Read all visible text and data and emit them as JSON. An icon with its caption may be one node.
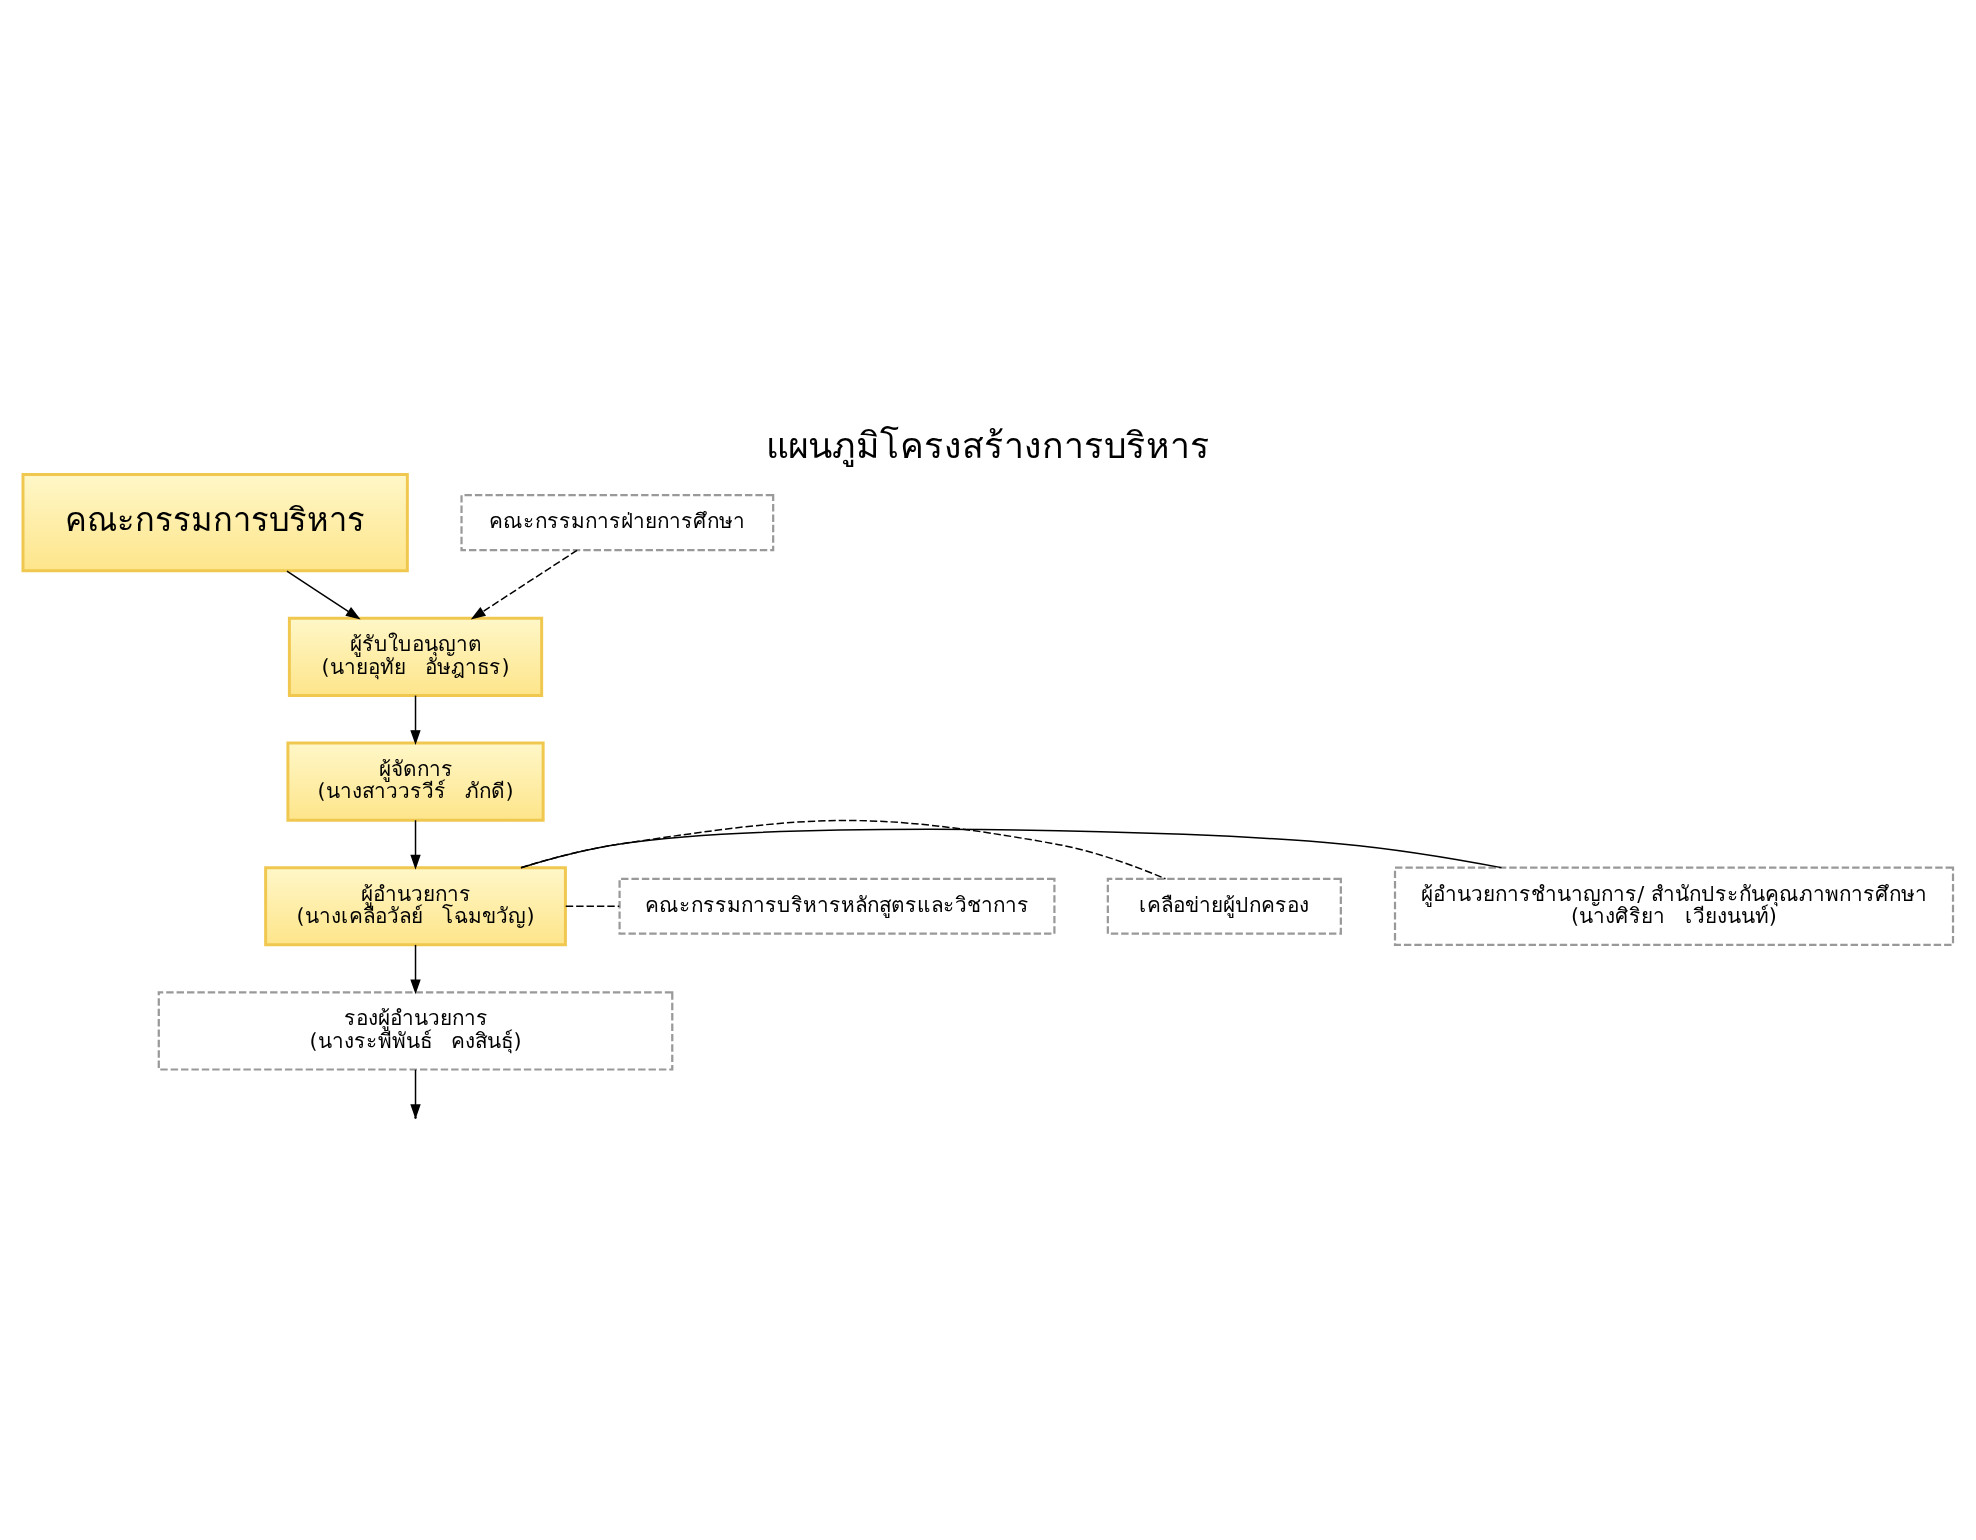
{
  "diagram": {
    "title": "แผนภูมิโครงสร้างการบริหาร",
    "nodes": [
      {
        "text": [
          "คณะกรรมการบริหาร"
        ]
      },
      {
        "text": [
          "คณะกรรมการฝ่ายการศึกษา"
        ]
      },
      {
        "text": [
          "ผู้รับใบอนุญาต",
          "(นายอุทัย   อัษฎาธร)"
        ]
      },
      {
        "text": [
          "ผู้จัดการ",
          "(นางสาววรวีร์   ภักดี)"
        ]
      },
      {
        "text": [
          "ผู้อำนวยการชำนาญการ/ สำนักประกันคุณภาพการศึกษา",
          "(นางศิริยา   เวียงนนท์)"
        ]
      },
      {
        "text": [
          "ผู้อำนวยการ",
          "(นางเคลือวัลย์   โฉมขวัญ)"
        ]
      },
      {
        "text": [
          "คณะกรรมการบริหารหลักสูตรและวิชาการ"
        ]
      },
      {
        "text": [
          "เคลือข่ายผู้ปกครอง"
        ]
      },
      {
        "text": [
          "รองผู้อำนวยการ",
          "(นางระพีพันธ์   คงสินธุ์)"
        ]
      }
    ],
    "edges": [
      {
        "from": 0,
        "to": 2,
        "arrow": "to"
      },
      {
        "from": 1,
        "to": 2,
        "arrow": "to",
        "style": "dashed"
      },
      {
        "from": 2,
        "to": 3,
        "arrow": "to"
      },
      {
        "from": 3,
        "to": 5,
        "arrow": "to"
      },
      {
        "from": 4,
        "to": 5,
        "arrow": "none"
      },
      {
        "from": 5,
        "to": 6,
        "arrow": "none",
        "style": "dashed"
      },
      {
        "from": 5,
        "to": 7,
        "arrow": "none",
        "style": "dashed"
      },
      {
        "from": 5,
        "to": 8,
        "arrow": "to"
      },
      {
        "from": 8,
        "to": null,
        "arrow": "to"
      }
    ]
  }
}
